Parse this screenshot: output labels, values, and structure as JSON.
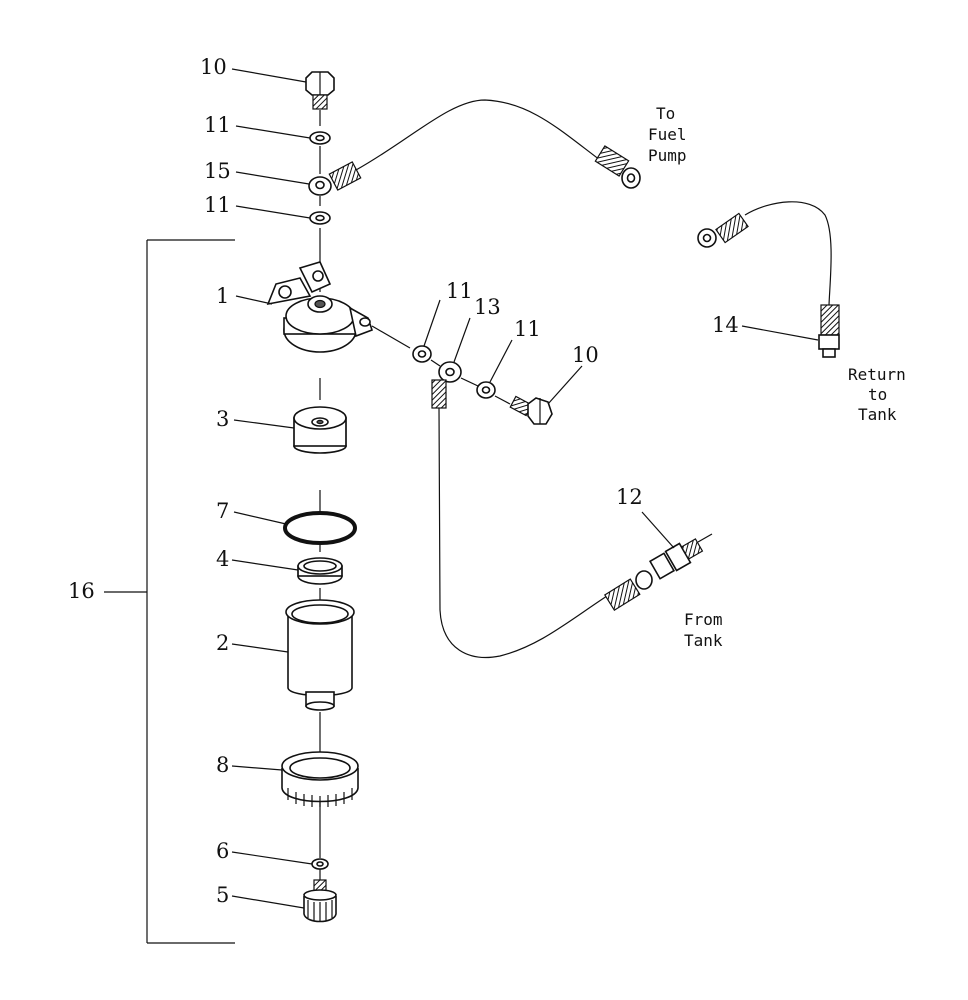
{
  "labels": {
    "p10a": "10",
    "p11a": "11",
    "p15": "15",
    "p11b": "11",
    "p1": "1",
    "p11c": "11",
    "p13": "13",
    "p11d": "11",
    "p10b": "10",
    "p3": "3",
    "p7": "7",
    "p4": "4",
    "p2": "2",
    "p16": "16",
    "p8": "8",
    "p6": "6",
    "p5": "5",
    "p12": "12",
    "p14": "14"
  },
  "notes": {
    "fuel_pump": [
      "To",
      "Fuel",
      "Pump"
    ],
    "return_tank": [
      "Return",
      "to",
      "Tank"
    ],
    "from_tank": [
      "From",
      "Tank"
    ]
  }
}
